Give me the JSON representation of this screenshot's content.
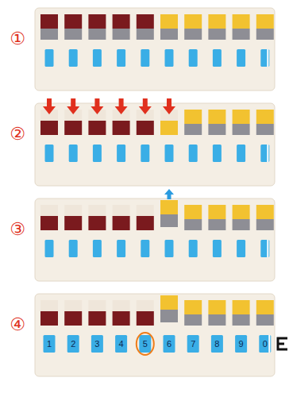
{
  "diagram": {
    "labels": [
      "①",
      "②",
      "③",
      "④",
      "1",
      "2",
      "3",
      "4",
      "5",
      "6",
      "7",
      "8",
      "9",
      "0"
    ]
  }
}
